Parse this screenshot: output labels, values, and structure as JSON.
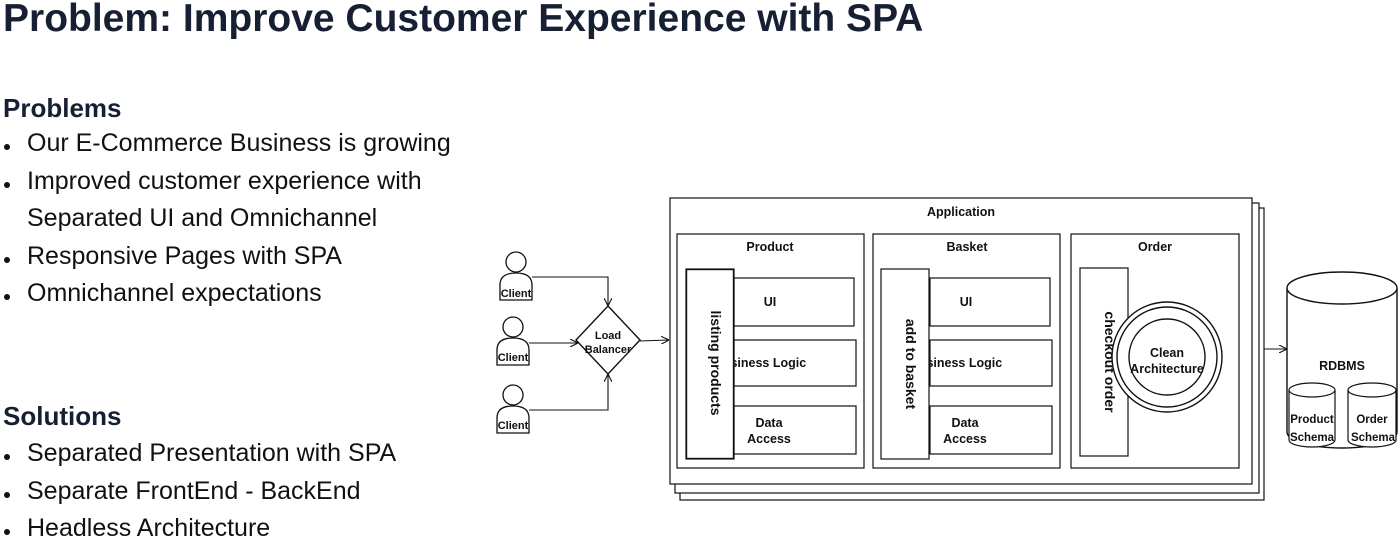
{
  "title": "Problem: Improve Customer Experience with SPA",
  "problems": {
    "heading": "Problems",
    "items": [
      "Our E-Commerce Business is growing",
      "Improved customer experience with",
      "Separated UI and Omnichannel",
      "Responsive Pages with SPA",
      "Omnichannel expectations"
    ]
  },
  "solutions": {
    "heading": "Solutions",
    "items": [
      "Separated Presentation with SPA",
      "Separate FrontEnd - BackEnd",
      "Headless Architecture"
    ]
  },
  "diagram": {
    "clients": [
      "Client",
      "Client",
      "Client"
    ],
    "load_balancer": [
      "Load",
      "Balancer"
    ],
    "application": "Application",
    "product": {
      "title": "Product",
      "vertical": "listing products",
      "ui": "UI",
      "logic": "Business Logic",
      "data": [
        "Data",
        "Access"
      ]
    },
    "basket": {
      "title": "Basket",
      "vertical": "add to basket",
      "ui": "UI",
      "logic": "Business Logic",
      "data": [
        "Data",
        "Access"
      ]
    },
    "order": {
      "title": "Order",
      "vertical": "checkout order",
      "clean": [
        "Clean",
        "Architecture"
      ]
    },
    "database": {
      "label": "RDBMS",
      "schemas": [
        [
          "Product",
          "Schema"
        ],
        [
          "Order",
          "Schema"
        ]
      ]
    }
  }
}
